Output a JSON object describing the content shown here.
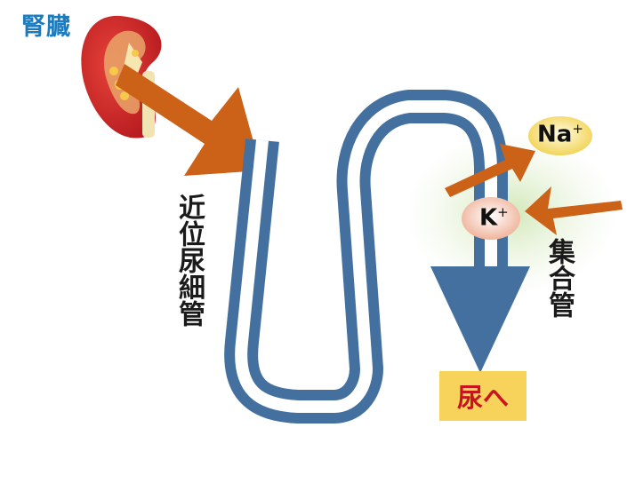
{
  "labels": {
    "kidney": "腎臓",
    "proximal_tubule": "近位尿細管",
    "collecting_duct": "集合管",
    "to_urine": "尿へ"
  },
  "ions": {
    "sodium": {
      "symbol": "Na",
      "charge": "+"
    },
    "potassium": {
      "symbol": "K",
      "charge": "+"
    }
  },
  "colors": {
    "tubule": "#44709f",
    "arrow": "#cc6118",
    "kidney_label": "#1a7bbf",
    "urine_box": "#f8d35c",
    "urine_text": "#c8141e"
  }
}
